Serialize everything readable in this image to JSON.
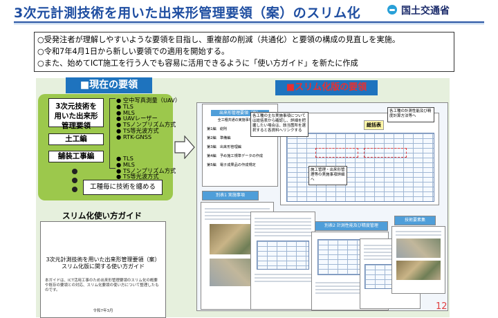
{
  "header": {
    "title": "3次元計測技術を用いた出来形管理要領（案）のスリム化",
    "org": "国土交通省"
  },
  "summary": {
    "lines": [
      "○受発注者が理解しやすいような要領を目指し、重複部の削減（共通化）と要領の構成の見直しを実施。",
      "○令和7年4月1日から新しい要領での適用を開始する。",
      "○また、始めてICT施工を行う人でも容易に活用できるように「使い方ガイド」を新たに作成"
    ]
  },
  "current": {
    "heading": "■現在の要領",
    "box1": [
      "3次元技術を",
      "用いた出来形",
      "管理要領"
    ],
    "box2": "土工編",
    "box3": "舗装工事編",
    "box4": "工種毎に技術を纏める",
    "tech_list1": [
      "空中写真測量（UAV）",
      "TLS",
      "MLS",
      "UAVレーザー",
      "TSノンプリズム方式",
      "TS等光波方式",
      "RTK-GNSS"
    ],
    "tech_list2": [
      "TLS",
      "MLS",
      "TSノンプリズム方式",
      "TS等光波方式"
    ]
  },
  "slim": {
    "heading": "■スリム化版の要領",
    "doc_title": "出来形管理要領（案）",
    "doc_subtitle": "全工種共通の実施事項として",
    "chapters": [
      "第1編　総則",
      "第2編　準備編",
      "第3編　出来形管理編",
      "第4編　予め施工規準データの作成",
      "第5編　電子成果品の作成規定"
    ],
    "callout1": "各工種の主な実施事項については総括表から確認し、詳細を把握したい場合は、該当箇所を選択すると各資料へリンクする",
    "summary_table_label": "総括表",
    "callout2": "各工種の計測性能及び精度計算方法等へ",
    "callout3": "施工管理・出来形管理等の実施事項詳細へ",
    "appendix1": "別表1 実施事項",
    "appendix2": "別表2 計測性能及び精度管理",
    "tech_collection": "技術要素集"
  },
  "guide": {
    "heading": "スリム化使い方ガイド",
    "title_line1": "3次元計測技術を用いた出来形管理要領（案）",
    "title_line2": "スリム化版に関する使い方ガイド",
    "note": "本ガイドは、ICT活用工事のため出来形管理要領のスリム化の概要や既存の要領との対応、スリム化要領の使い方について整理したものです。",
    "date": "令和7年3月"
  },
  "page_number": "12",
  "colors": {
    "title_blue": "#1f4ea1",
    "heading_blue": "#1e73be",
    "panel_green": "#9cc84c",
    "background_green": "#e6f0dd",
    "slim_red": "#e83030"
  }
}
